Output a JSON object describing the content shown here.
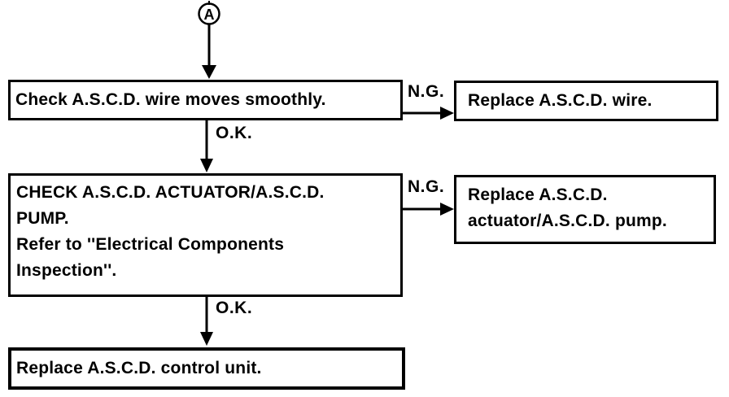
{
  "diagram": {
    "connector_label": "A",
    "boxes": {
      "check_wire": {
        "text": "Check A.S.C.D. wire moves smoothly."
      },
      "replace_wire": {
        "text": "Replace A.S.C.D. wire."
      },
      "check_actuator": {
        "lines": [
          "CHECK A.S.C.D. ACTUATOR/A.S.C.D.",
          "PUMP.",
          "Refer to ''Electrical Components",
          "Inspection''."
        ]
      },
      "replace_actuator": {
        "lines": [
          "Replace A.S.C.D.",
          "actuator/A.S.C.D. pump."
        ]
      },
      "replace_control_unit": {
        "text": "Replace A.S.C.D. control unit."
      }
    },
    "labels": {
      "ng1": "N.G.",
      "ok1": "O.K.",
      "ng2": "N.G.",
      "ok2": "O.K."
    },
    "colors": {
      "line": "#000000",
      "background": "#ffffff",
      "text": "#000000"
    }
  }
}
